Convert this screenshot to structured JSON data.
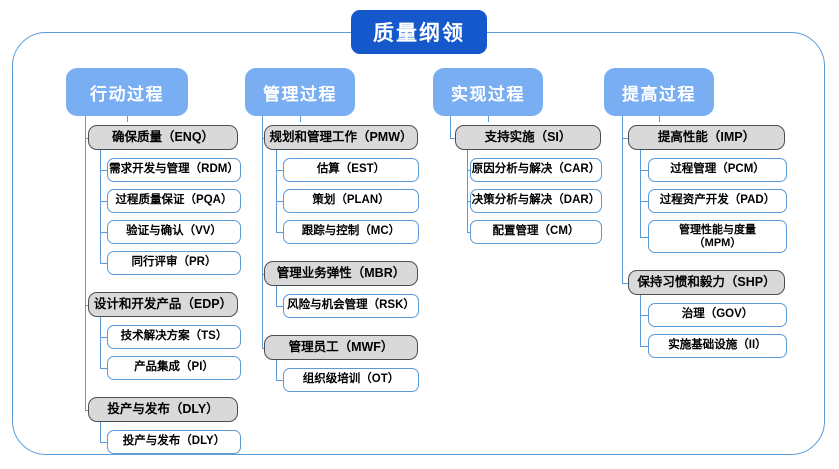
{
  "root": {
    "title": "质量纲领"
  },
  "columns": [
    {
      "id": "action",
      "header": "行动过程",
      "groups": [
        {
          "label": "确保质量（ENQ）",
          "children": [
            "需求开发与管理（RDM）",
            "过程质量保证（PQA）",
            "验证与确认（VV）",
            "同行评审（PR）"
          ]
        },
        {
          "label": "设计和开发产品（EDP）",
          "children": [
            "技术解决方案（TS）",
            "产品集成（PI）"
          ]
        },
        {
          "label": "投产与发布（DLY）",
          "children": [
            "投产与发布（DLY）"
          ]
        }
      ]
    },
    {
      "id": "management",
      "header": "管理过程",
      "groups": [
        {
          "label": "规划和管理工作（PMW）",
          "children": [
            "估算（EST）",
            "策划（PLAN）",
            "跟踪与控制（MC）"
          ]
        },
        {
          "label": "管理业务弹性（MBR）",
          "children": [
            "风险与机会管理（RSK）"
          ]
        },
        {
          "label": "管理员工（MWF）",
          "children": [
            "组织级培训（OT）"
          ]
        }
      ]
    },
    {
      "id": "realization",
      "header": "实现过程",
      "groups": [
        {
          "label": "支持实施（SI）",
          "children": [
            "原因分析与解决（CAR）",
            "决策分析与解决（DAR）",
            "配置管理（CM）"
          ]
        }
      ]
    },
    {
      "id": "improvement",
      "header": "提高过程",
      "groups": [
        {
          "label": "提高性能（IMP）",
          "children": [
            "过程管理（PCM）",
            "过程资产开发（PAD）",
            "管理性能与度量\n（MPM）"
          ]
        },
        {
          "label": "保持习惯和毅力（SHP）",
          "children": [
            "治理（GOV）",
            "实施基础设施（II）"
          ]
        }
      ]
    }
  ],
  "colors": {
    "root_fill": "#1458cc",
    "header_fill": "#7aaef2",
    "group_fill": "#d9d9d9",
    "group_border": "#4d4d4d",
    "leaf_border": "#5b9bd5",
    "frame_border": "#5b9bd5",
    "connector": "#5b9bd5"
  }
}
